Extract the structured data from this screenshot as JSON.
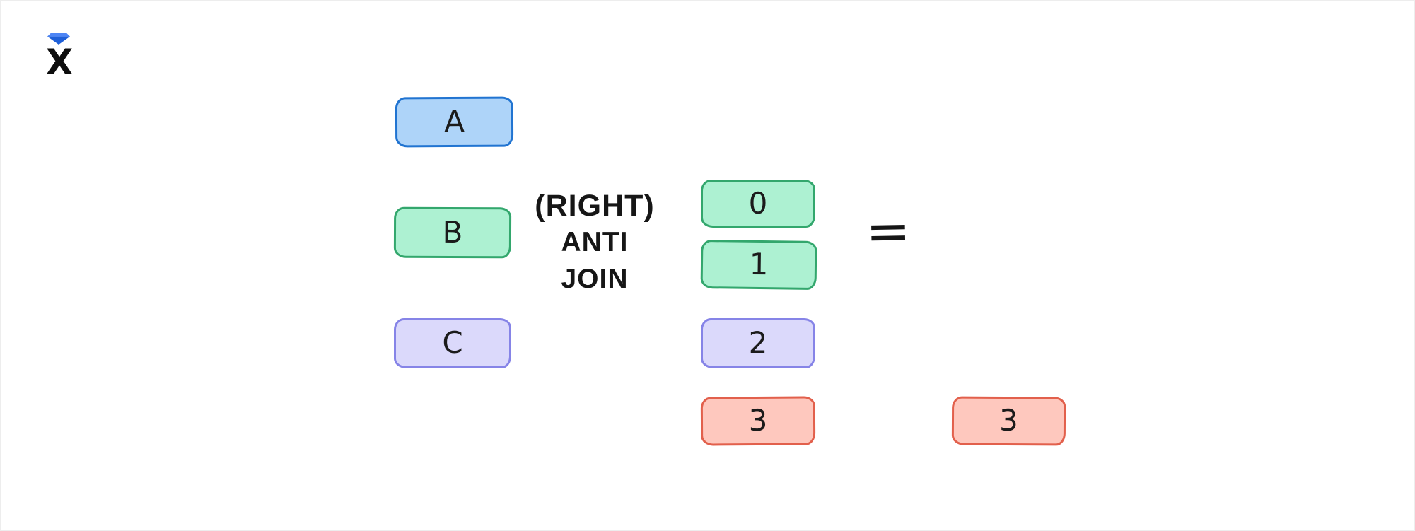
{
  "canvas": {
    "background": "#ffffff"
  },
  "logo": {
    "letter": "X",
    "icon": "diamond-gem-icon",
    "diamond_top_color": "#4d85f5",
    "diamond_bottom_color": "#1e5fd8"
  },
  "operation": {
    "line1": "(RIGHT)",
    "line2": "ANTI",
    "line3": "JOIN"
  },
  "equals": "=",
  "colors": {
    "blue": {
      "fill": "#aed4f9",
      "stroke": "#2174d1"
    },
    "green": {
      "fill": "#adf1d2",
      "stroke": "#33a76d"
    },
    "purple": {
      "fill": "#dbd9fb",
      "stroke": "#8684e7"
    },
    "red": {
      "fill": "#fec8be",
      "stroke": "#e2604c"
    }
  },
  "left_table": {
    "rows": [
      {
        "label": "A",
        "color": "blue"
      },
      {
        "label": "B",
        "color": "green"
      },
      {
        "label": "C",
        "color": "purple"
      }
    ]
  },
  "right_table": {
    "rows": [
      {
        "label": "0",
        "color": "green"
      },
      {
        "label": "1",
        "color": "green"
      },
      {
        "label": "2",
        "color": "purple"
      },
      {
        "label": "3",
        "color": "red"
      }
    ]
  },
  "result_table": {
    "rows": [
      {
        "label": "3",
        "color": "red"
      }
    ]
  }
}
